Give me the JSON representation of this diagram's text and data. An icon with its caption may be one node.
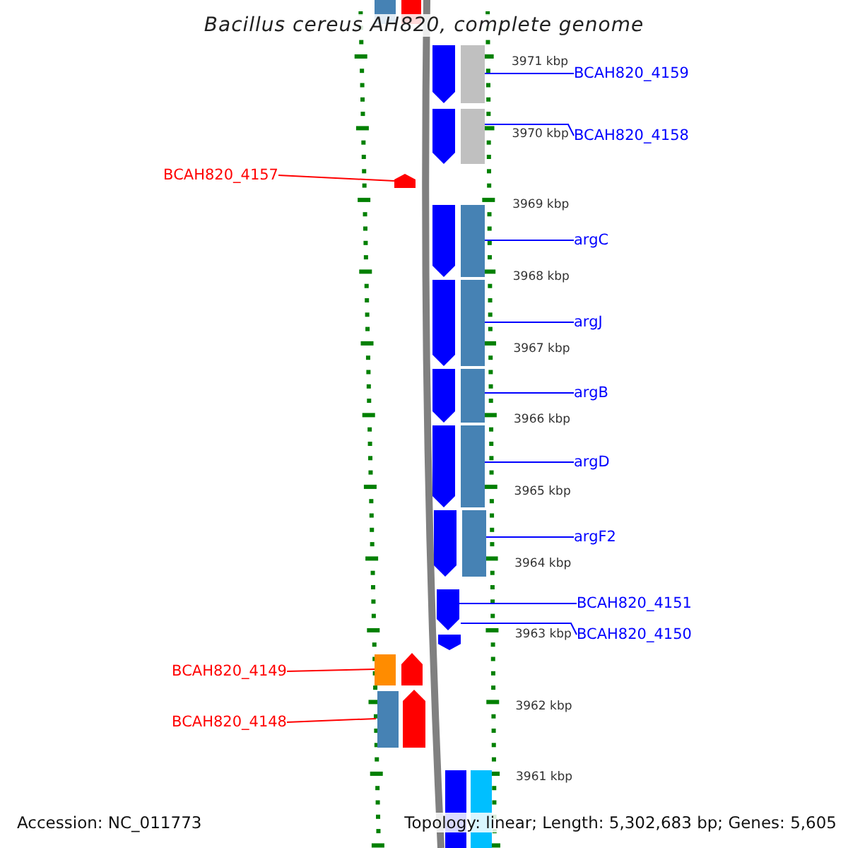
{
  "diagram": {
    "title": "Bacillus cereus AH820, complete genome",
    "nodes": [
      {
        "text": [
          "BCAH820_4159"
        ]
      },
      {
        "text": [],
        "shape": "bar"
      },
      {
        "text": [
          "BCAH820_4158"
        ]
      },
      {
        "text": [],
        "shape": "bar"
      },
      {
        "text": [
          "BCAH820_4157"
        ]
      },
      {
        "text": [],
        "shape": "bar"
      },
      {
        "text": [
          "argC"
        ]
      },
      {
        "text": [],
        "shape": "bar"
      },
      {
        "text": [
          "argJ"
        ]
      },
      {
        "text": [],
        "shape": "bar"
      },
      {
        "text": [
          "argB"
        ]
      },
      {
        "text": [],
        "shape": "bar"
      },
      {
        "text": [
          "argD"
        ]
      },
      {
        "text": [],
        "shape": "bar"
      },
      {
        "text": [
          "argF2"
        ]
      },
      {
        "text": [],
        "shape": "bar"
      },
      {
        "text": [
          "BCAH820_4151"
        ]
      },
      {
        "text": [],
        "shape": "bar"
      },
      {
        "text": [
          "BCAH820_4150"
        ]
      },
      {
        "text": [],
        "shape": "bar"
      },
      {
        "text": [
          "BCAH820_4149"
        ]
      },
      {
        "text": [],
        "shape": "bar"
      },
      {
        "text": [
          "BCAH820_4148"
        ]
      },
      {
        "text": [],
        "shape": "bar"
      }
    ],
    "edges": [
      {
        "from": 0,
        "to": 1,
        "arrow": "none"
      },
      {
        "from": 2,
        "to": 3,
        "arrow": "none"
      },
      {
        "from": 4,
        "to": 5,
        "arrow": "none",
        "color": "#ff0000"
      },
      {
        "from": 6,
        "to": 7,
        "arrow": "none"
      },
      {
        "from": 8,
        "to": 9,
        "arrow": "none"
      },
      {
        "from": 10,
        "to": 11,
        "arrow": "none"
      },
      {
        "from": 12,
        "to": 13,
        "arrow": "none"
      },
      {
        "from": 14,
        "to": 15,
        "arrow": "none"
      },
      {
        "from": 16,
        "to": 17,
        "arrow": "none"
      },
      {
        "from": 18,
        "to": 19,
        "arrow": "none"
      },
      {
        "from": 20,
        "to": 21,
        "arrow": "none",
        "color": "#ff0000"
      },
      {
        "from": 22,
        "to": 23,
        "arrow": "none",
        "color": "#ff0000"
      }
    ],
    "labels": [
      "3971 kbp",
      "3970 kbp",
      "3969 kbp",
      "3968 kbp",
      "3967 kbp",
      "3966 kbp",
      "3965 kbp",
      "3964 kbp",
      "3963 kbp",
      "3962 kbp",
      "3961 kbp",
      "Accession: NC_011773",
      "Topology: linear; Length: 5,302,683 bp; Genes: 5,605"
    ]
  }
}
